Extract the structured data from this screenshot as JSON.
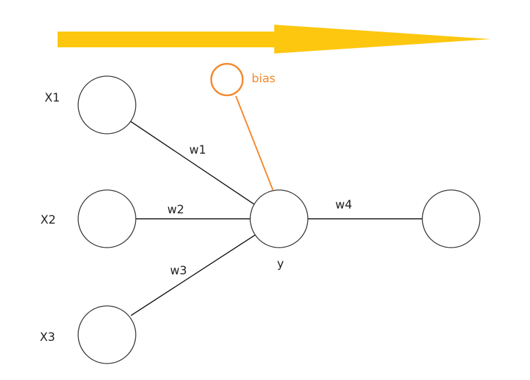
{
  "diagram": {
    "type": "single-neuron-perceptron",
    "direction_arrow": {
      "meaning": "forward-direction",
      "color": "#FDC70F"
    },
    "inputs": [
      {
        "id": "x1",
        "label": "X1"
      },
      {
        "id": "x2",
        "label": "X2"
      },
      {
        "id": "x3",
        "label": "X3"
      }
    ],
    "neuron": {
      "id": "y",
      "label": "y"
    },
    "bias": {
      "id": "bias",
      "label": "bias",
      "color": "#F5872A"
    },
    "output": {
      "id": "out",
      "label": ""
    },
    "edges": [
      {
        "from": "x1",
        "to": "y",
        "label": "w1"
      },
      {
        "from": "x2",
        "to": "y",
        "label": "w2"
      },
      {
        "from": "x3",
        "to": "y",
        "label": "w3"
      },
      {
        "from": "y",
        "to": "out",
        "label": "w4"
      },
      {
        "from": "bias",
        "to": "y",
        "label": ""
      }
    ],
    "colors": {
      "node_stroke": "#333333",
      "edge": "#111111",
      "text": "#222222"
    }
  }
}
